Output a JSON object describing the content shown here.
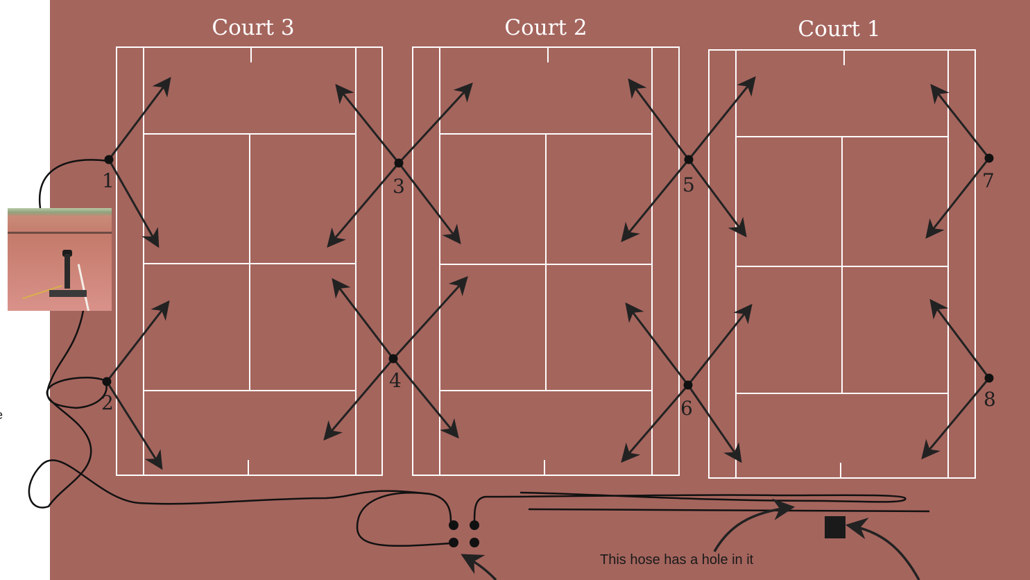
{
  "courts": [
    {
      "title": "Court 3"
    },
    {
      "title": "Court 2"
    },
    {
      "title": "Court 1"
    }
  ],
  "sprinklers": [
    "1",
    "2",
    "3",
    "4",
    "5",
    "6",
    "7",
    "8"
  ],
  "notes": {
    "hose_hole": "This hose has a hole in it"
  },
  "cutoff_text": [
    "e"
  ],
  "colors": {
    "clay": "#a4655d",
    "lines": "#ffffff",
    "ink": "#222222"
  },
  "photo": {
    "description_icon": "sprinkler-photo"
  }
}
